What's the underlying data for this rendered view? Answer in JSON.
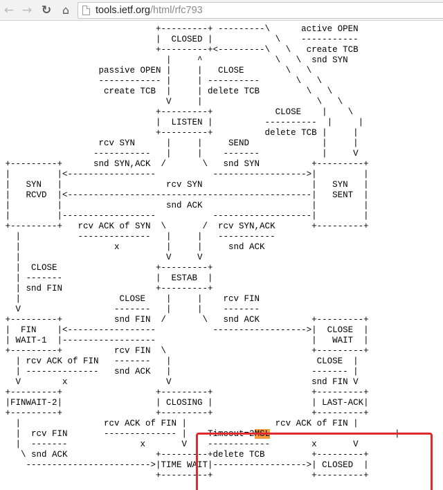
{
  "browser": {
    "back_icon": "←",
    "forward_icon": "→",
    "reload_icon": "↻",
    "home_icon": "⌂",
    "url_host": "tools.ietf.org",
    "url_path": "/html/rfc793"
  },
  "diagram": {
    "lines_before_highlight": [
      "                              +---------+ ---------\\      active OPEN",
      "                              |  CLOSED |            \\    -----------",
      "                              +---------+<---------\\   \\   create TCB",
      "                                |     ^              \\   \\  snd SYN",
      "                   passive OPEN |     |   CLOSE        \\   \\",
      "                   ------------ |     | ----------       \\   \\",
      "                    create TCB  |     | delete TCB         \\   \\",
      "                                V     |                      \\   \\",
      "                              +---------+            CLOSE    |    \\",
      "                              |  LISTEN |          ----------  |     |",
      "                              +---------+          delete TCB |     |",
      "                   rcv SYN      |     |     SEND              |     |",
      "                  -----------   |     |    -------            |     V",
      " +---------+      snd SYN,ACK  /       \\   snd SYN          +---------+",
      " |         |<-----------------           ------------------>|         |",
      " |   SYN   |                    rcv SYN                     |   SYN   |",
      " |   RCVD  |<-----------------------------------------------|   SENT  |",
      " |         |                    snd ACK                     |         |",
      " |         |------------------           -------------------|         |",
      " +---------+   rcv ACK of SYN  \\       /  rcv SYN,ACK       +---------+",
      "   |           --------------   |     |   -----------",
      "   |                  x         |     |     snd ACK",
      "   |                            V     V",
      "   |  CLOSE                   +---------+",
      "   | -------                  |  ESTAB  |",
      "   | snd FIN                  +---------+",
      "   |                   CLOSE    |     |    rcv FIN",
      "   V                  -------   |     |    -------",
      " +---------+          snd FIN  /       \\   snd ACK          +---------+",
      " |  FIN    |<-----------------           ------------------>|  CLOSE  |",
      " | WAIT-1  |------------------                              |   WAIT  |",
      " +---------+          rcv FIN  \\                            +---------+",
      "   | rcv ACK of FIN   -------   |                            CLOSE  |",
      "   | --------------   snd ACK   |                           ------- |",
      "   V        x                   V                           snd FIN V",
      " +---------+                  +---------+                   +---------+",
      " |FINWAIT-2|                  | CLOSING |                   | LAST-ACK|",
      " +---------+                  +---------+                   +---------+",
      "   |                rcv ACK of FIN |                 rcv ACK of FIN |",
      "   |  rcv FIN       -------------- |    Timeout=2"
    ],
    "highlight_word": "MSL",
    "lines_after_highlight": [
      " --------------         |",
      "   |  -------              x       V    ------------        x       V",
      "    \\ snd ACK                 +---------+delete TCB         +---------+",
      "     ------------------------>|TIME WAIT|------------------>| CLOSED  |",
      "                              +---------+                   +---------+"
    ]
  },
  "colors": {
    "highlight_box": "#dd2a2a",
    "msl_highlight": "#f39c3b"
  }
}
